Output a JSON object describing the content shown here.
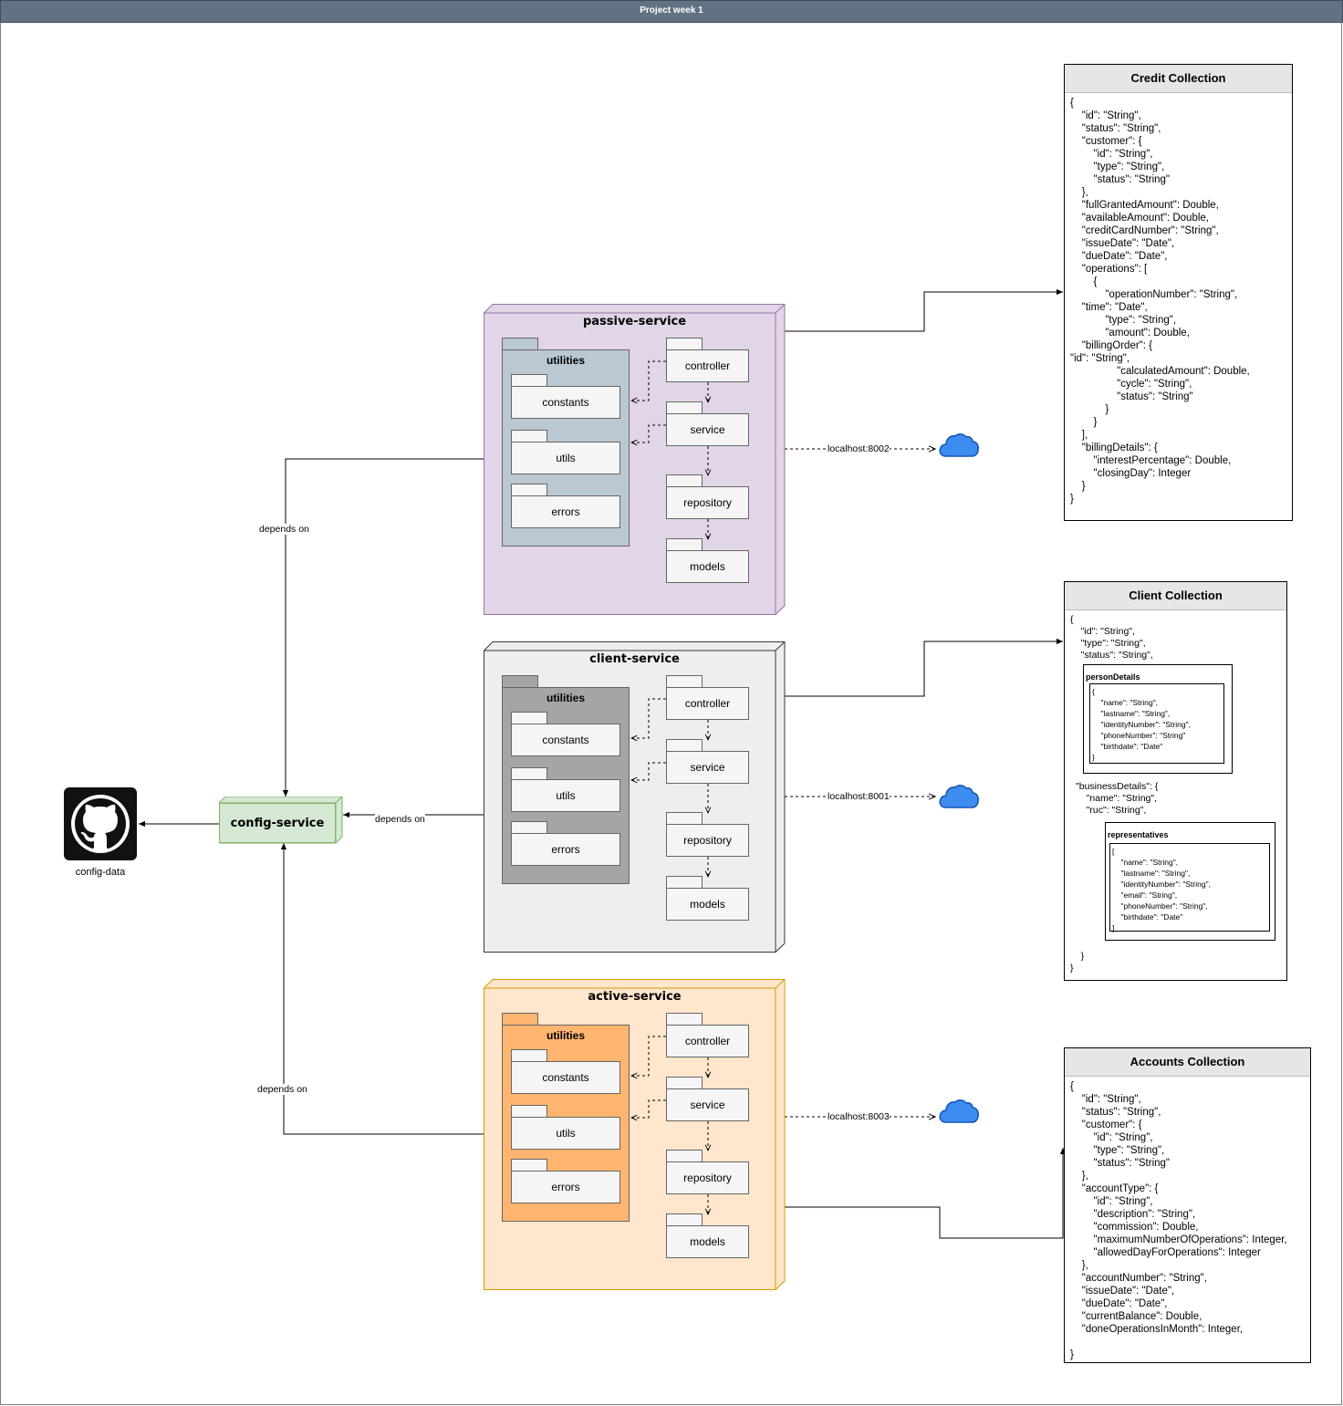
{
  "header": {
    "title": "Project week 1"
  },
  "github": {
    "label": "config-data"
  },
  "config_service": {
    "label": "config-service"
  },
  "edges": {
    "depends_on": "depends on"
  },
  "services": [
    {
      "title": "passive-service",
      "port": "localhost:8002",
      "colors": {
        "fill": "#e1d5e7",
        "stroke": "#9673a6",
        "util": "#bac8d3"
      },
      "utilities": "utilities",
      "packages": [
        "constants",
        "utils",
        "errors"
      ],
      "layers": [
        "controller",
        "service",
        "repository",
        "models"
      ]
    },
    {
      "title": "client-service",
      "port": "localhost:8001",
      "colors": {
        "fill": "#eeeeee",
        "stroke": "#36393d",
        "util": "#a5a5a5"
      },
      "utilities": "utilities",
      "packages": [
        "constants",
        "utils",
        "errors"
      ],
      "layers": [
        "controller",
        "service",
        "repository",
        "models"
      ]
    },
    {
      "title": "active-service",
      "port": "localhost:8003",
      "colors": {
        "fill": "#ffe6cc",
        "stroke": "#d79b00",
        "util": "#ffb570"
      },
      "utilities": "utilities",
      "packages": [
        "constants",
        "utils",
        "errors"
      ],
      "layers": [
        "controller",
        "service",
        "repository",
        "models"
      ]
    }
  ],
  "collections": {
    "credit": {
      "title": "Credit Collection",
      "code": "{\n    \"id\": \"String\",\n    \"status\": \"String\",\n    \"customer\": {\n        \"id\": \"String\",\n        \"type\": \"String\",\n        \"status\": \"String\"\n    },\n    \"fullGrantedAmount\": Double,\n    \"availableAmount\": Double,\n    \"creditCardNumber\": \"String\",\n    \"issueDate\": \"Date\",\n    \"dueDate\": \"Date\",\n    \"operations\": [\n        {\n            \"operationNumber\": \"String\",\n    \"time\": \"Date\",\n            \"type\": \"String\",\n            \"amount\": Double,\n    \"billingOrder\": {\n\"id\": \"String\",\n                \"calculatedAmount\": Double,\n                \"cycle\": \"String\",\n                \"status\": \"String\"\n            }\n        }\n    ],\n    \"billingDetails\": {\n        \"interestPercentage\": Double,\n        \"closingDay\": Integer\n    }\n}"
    },
    "client": {
      "title": "Client Collection",
      "code_top": "{\n    \"id\": \"String\",\n    \"type\": \"String\",\n    \"status\": \"String\",",
      "person_title": "personDetails",
      "person_code": "{\n    \"name\": \"String\",\n    \"lastname\": \"String\",\n    \"identityNumber\": \"String\",\n    \"phoneNumber\": \"String\"\n    \"birthdate\": \"Date\"\n}",
      "business_code": "\"businessDetails\": {\n    \"name\": \"String\",\n    \"ruc\": \"String\",",
      "reps_title": "representatives",
      "reps_code": "[\n    \"name\": \"String\",\n    \"lastname\": \"String\",\n    \"identityNumber\": \"String\",\n    \"email\": \"String\",\n    \"phoneNumber\": \"String\",\n    \"birthdate\": \"Date\"\n]",
      "code_bottom": "    }\n}"
    },
    "accounts": {
      "title": "Accounts Collection",
      "code": "{\n    \"id\": \"String\",\n    \"status\": \"String\",\n    \"customer\": {\n        \"id\": \"String\",\n        \"type\": \"String\",\n        \"status\": \"String\"\n    },\n    \"accountType\": {\n        \"id\": \"String\",\n        \"description\": \"String\",\n        \"commission\": Double,\n        \"maximumNumberOfOperations\": Integer,\n        \"allowedDayForOperations\": Integer\n    },\n    \"accountNumber\": \"String\",\n    \"issueDate\": \"Date\",\n    \"dueDate\": \"Date\",\n    \"currentBalance\": Double,\n    \"doneOperationsInMonth\": Integer,\n\n}"
    }
  }
}
